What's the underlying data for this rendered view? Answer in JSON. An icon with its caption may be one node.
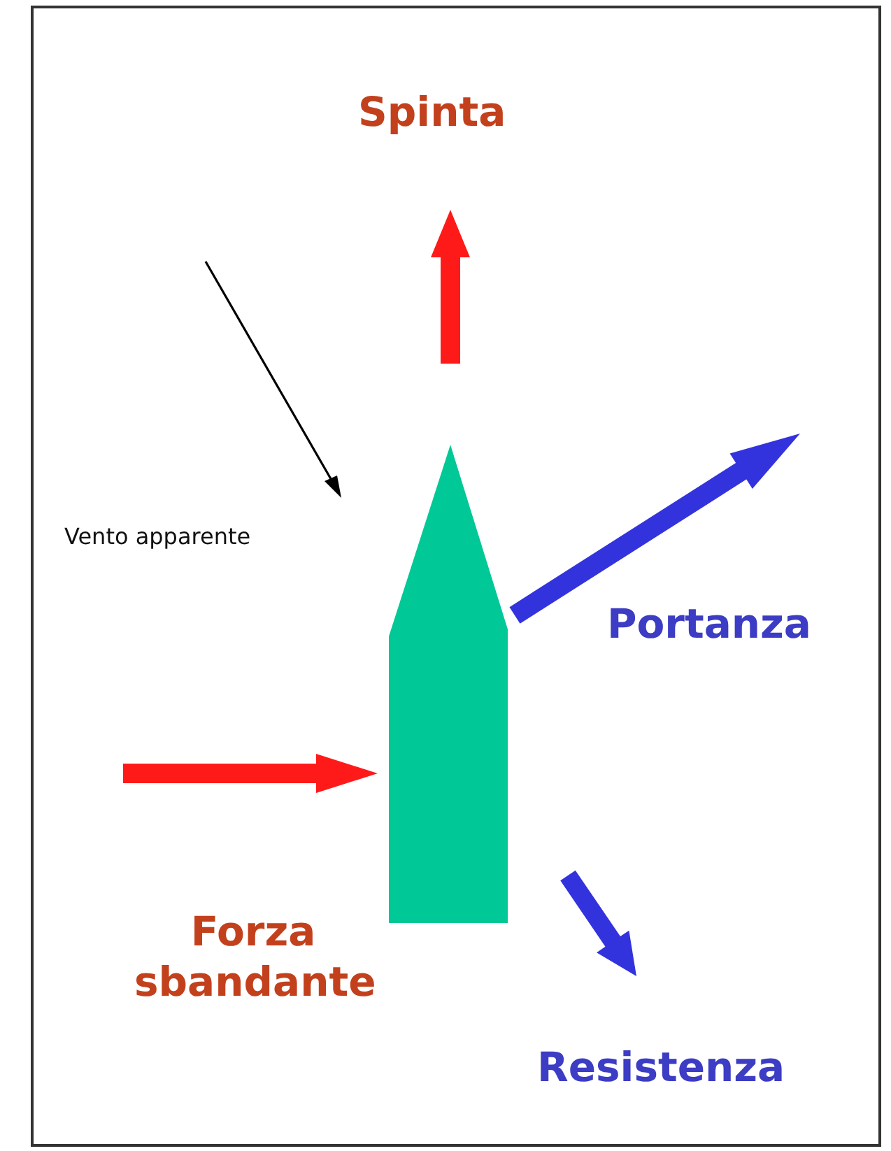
{
  "diagram": {
    "labels": [
      "Spinta",
      "Vento apparente",
      "Portanza",
      "Forza sbandante",
      "Resistenza"
    ]
  }
}
